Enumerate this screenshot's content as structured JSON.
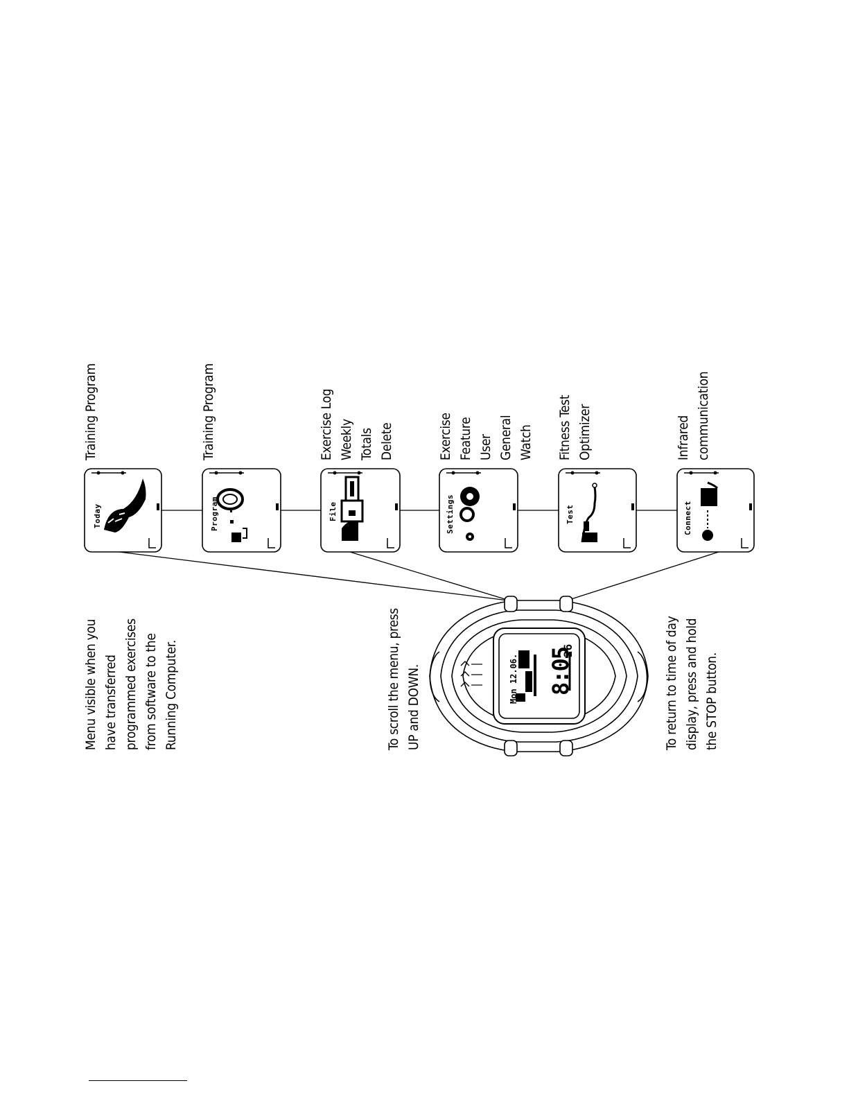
{
  "menu_screens": [
    {
      "id": "today",
      "screen_label": "Today",
      "caption": [
        "Training Program"
      ]
    },
    {
      "id": "program",
      "screen_label": "Program",
      "caption": [
        "Training Program"
      ]
    },
    {
      "id": "file",
      "screen_label": "File",
      "caption": [
        "Exercise Log",
        "Weekly",
        "Totals",
        "Delete"
      ]
    },
    {
      "id": "settings",
      "screen_label": "Settings",
      "caption": [
        "Exercise",
        "Feature",
        "User",
        "General",
        "Watch"
      ]
    },
    {
      "id": "test",
      "screen_label": "Test",
      "caption": [
        "Fitness Test",
        "Optimizer"
      ]
    },
    {
      "id": "connect",
      "screen_label": "Connect",
      "caption": [
        "Infrared",
        "communication"
      ]
    }
  ],
  "notes": {
    "menu_visible": [
      "Menu visible when you",
      "have transferred",
      "programmed exercises",
      "from software to the",
      "Running Computer."
    ],
    "scroll": [
      "To scroll the menu, press",
      "UP and DOWN."
    ],
    "return": [
      "To return to time of day",
      "display, press and hold",
      "the STOP button."
    ]
  },
  "watch_display": {
    "date": "Mon 12.06.",
    "time": "8:05",
    "seconds": "26"
  },
  "icons": {
    "today": "runner-icon",
    "program": "stopwatch-icon",
    "file": "folder-icon",
    "settings": "gear-icon",
    "test": "chart-icon",
    "connect": "infrared-icon"
  }
}
